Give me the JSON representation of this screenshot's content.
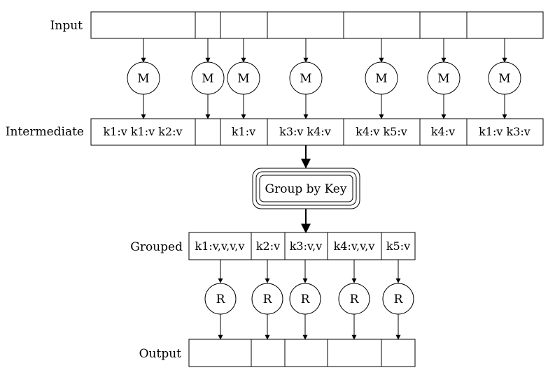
{
  "rows": {
    "input": {
      "label": "Input",
      "cells": [
        "",
        "",
        "",
        "",
        "",
        "",
        ""
      ]
    },
    "intermediate": {
      "label": "Intermediate",
      "cells": [
        "k1:v k1:v k2:v",
        "",
        "k1:v",
        "k3:v k4:v",
        "k4:v k5:v",
        "k4:v",
        "k1:v k3:v"
      ]
    },
    "grouped": {
      "label": "Grouped",
      "cells": [
        "k1:v,v,v,v",
        "k2:v",
        "k3:v,v",
        "k4:v,v,v",
        "k5:v"
      ]
    },
    "output": {
      "label": "Output",
      "cells": [
        "",
        "",
        "",
        "",
        ""
      ]
    }
  },
  "map_nodes": [
    "M",
    "M",
    "M",
    "M",
    "M",
    "M",
    "M"
  ],
  "reduce_nodes": [
    "R",
    "R",
    "R",
    "R",
    "R"
  ],
  "group_box": {
    "label": "Group by Key"
  }
}
